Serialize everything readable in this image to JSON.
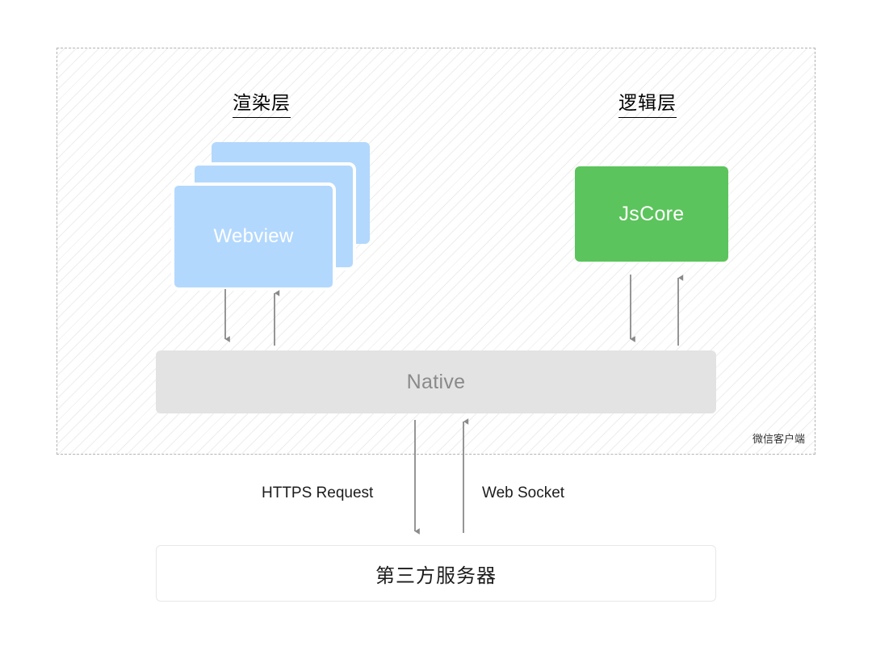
{
  "diagram": {
    "title_render_layer": "渲染层",
    "title_logic_layer": "逻辑层",
    "client_caption": "微信客户端",
    "webview_label": "Webview",
    "jscore_label": "JsCore",
    "native_label": "Native",
    "server_label": "第三方服务器",
    "https_label": "HTTPS Request",
    "socket_label": "Web Socket"
  },
  "colors": {
    "webview_blue": "#b3d8fd",
    "jscore_green": "#5bc45c",
    "native_gray": "#e3e3e3",
    "arrow_gray": "#8a8a8a",
    "dashed_border": "#b4b4b4",
    "hatch_line": "#ededed",
    "server_border": "#e8e8e8",
    "text_dark": "#1c1c1c",
    "text_white": "#ffffff"
  },
  "arrows": [
    {
      "name": "webview-to-native",
      "direction": "down"
    },
    {
      "name": "native-to-webview",
      "direction": "up"
    },
    {
      "name": "jscore-to-native",
      "direction": "down"
    },
    {
      "name": "native-to-jscore",
      "direction": "up"
    },
    {
      "name": "native-to-server-https",
      "direction": "down"
    },
    {
      "name": "server-to-native-socket",
      "direction": "up"
    }
  ]
}
